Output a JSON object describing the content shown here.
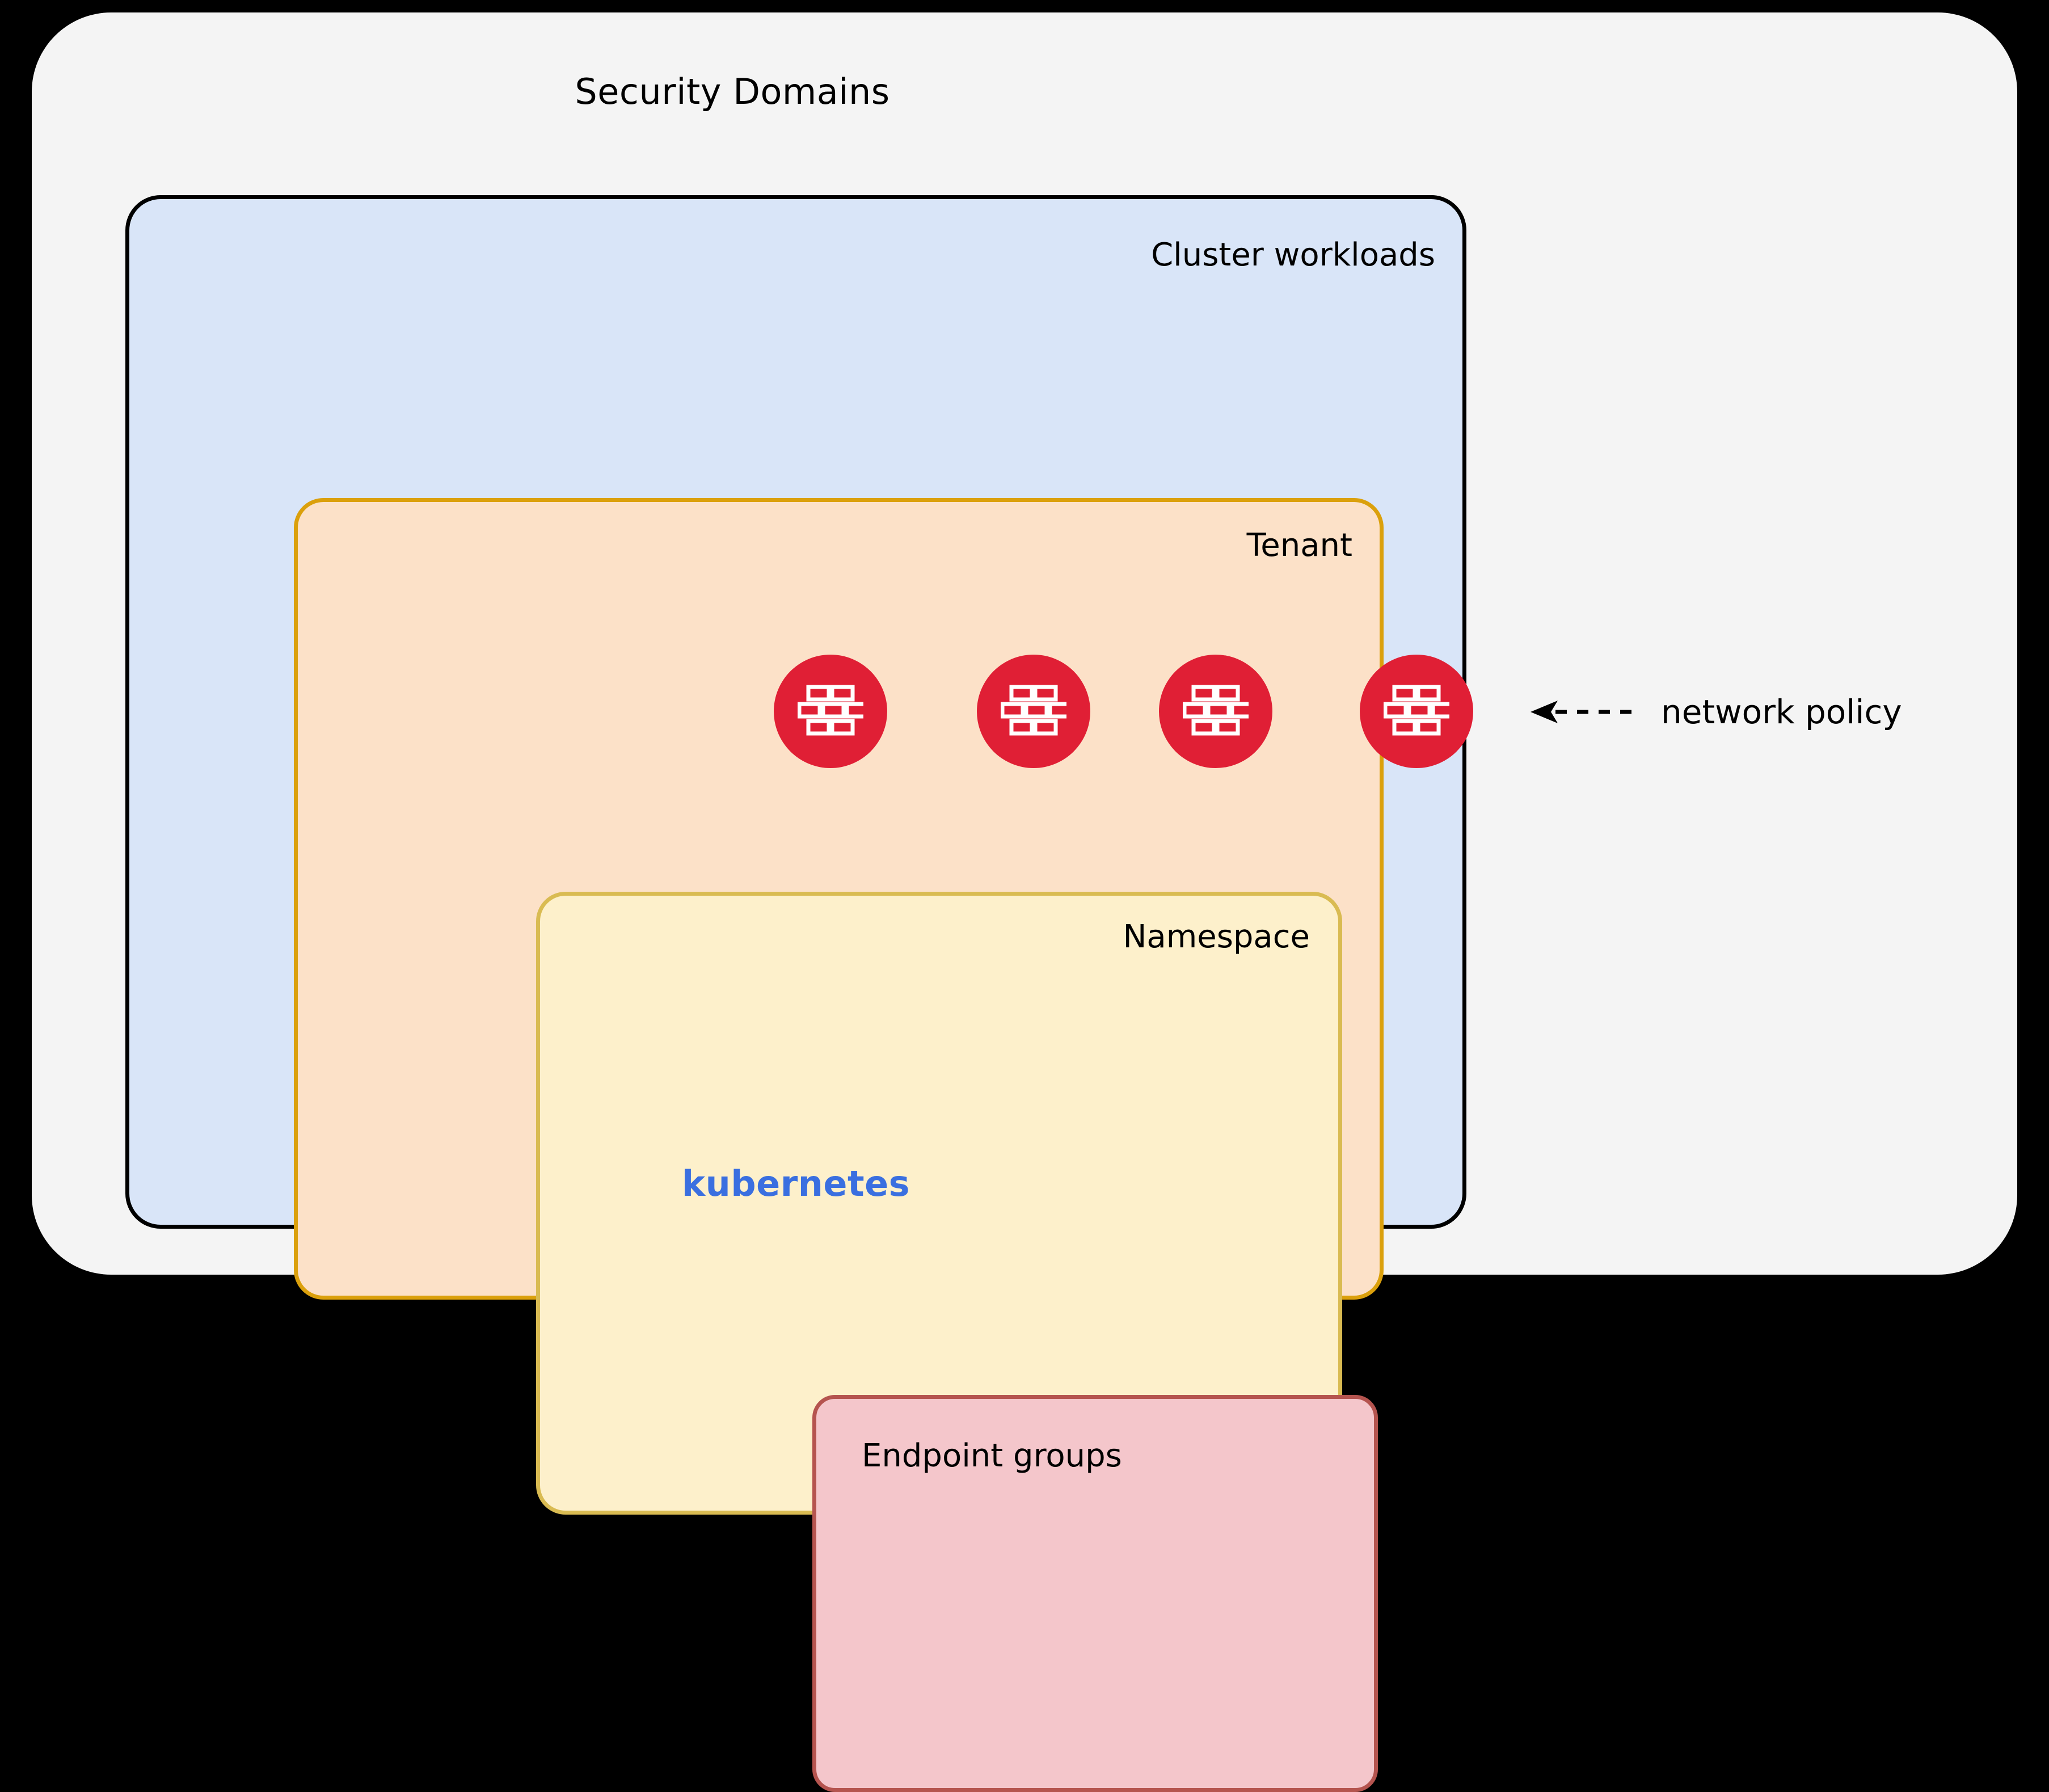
{
  "diagram": {
    "title": "Security Domains",
    "background_color": "#F4F4F4",
    "outer_color": "#000000"
  },
  "layers": {
    "cluster": {
      "label": "Cluster workloads",
      "fill": "#D9E5F8",
      "stroke": "#000000",
      "footer_label": "kubernetes",
      "footer_color": "#3A6FE0"
    },
    "tenant": {
      "label": "Tenant",
      "fill": "#FCE1C8",
      "stroke": "#DBA00C"
    },
    "namespace": {
      "label": "Namespace",
      "fill": "#FDF0CB",
      "stroke": "#D9BB52"
    },
    "endpoint": {
      "label": "Endpoint groups",
      "fill": "#F4C6CB",
      "stroke": "#B5544F"
    }
  },
  "policy_markers": {
    "icon": "firewall-brick-icon",
    "color": "#E01F35",
    "positions": [
      1364,
      1722,
      2043,
      2397
    ],
    "count": 4
  },
  "callout": {
    "label": "network policy",
    "icon": "dashed-arrow-left-icon",
    "color": "#000000"
  }
}
